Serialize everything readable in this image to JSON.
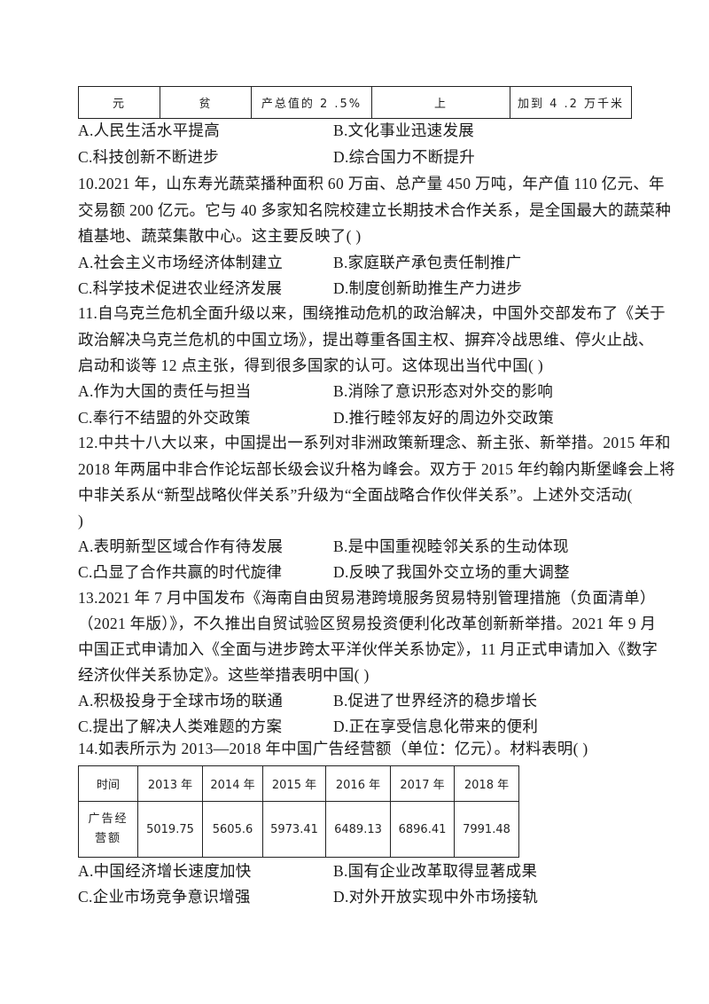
{
  "top_table": {
    "cells": [
      "元",
      "贫",
      "产总值的 2 .5%",
      "上",
      "加到 4 .2 万千米"
    ]
  },
  "q9_options": {
    "A": "A.人民生活水平提高",
    "B": "B.文化事业迅速发展",
    "C": "C.科技创新不断进步",
    "D": "D.综合国力不断提升"
  },
  "q10": {
    "lines": [
      "10.2021 年，山东寿光蔬菜播种面积 60 万亩、总产量 450 万吨，年产值 110 亿元、年",
      "交易额 200 亿元。它与 40 多家知名院校建立长期技术合作关系，是全国最大的蔬菜种",
      "植基地、蔬菜集散中心。这主要反映了(   )"
    ],
    "options": {
      "A": "A.社会主义市场经济体制建立",
      "B": "B.家庭联产承包责任制推广",
      "C": "C.科学技术促进农业经济发展",
      "D": "D.制度创新助推生产力进步"
    }
  },
  "q11": {
    "lines": [
      "11.自乌克兰危机全面升级以来，围绕推动危机的政治解决，中国外交部发布了《关于",
      "政治解决乌克兰危机的中国立场》，提出尊重各国主权、摒弃冷战思维、停火止战、",
      "启动和谈等 12 点主张，得到很多国家的认可。这体现出当代中国(   )"
    ],
    "options": {
      "A": "A.作为大国的责任与担当",
      "B": "B.消除了意识形态对外交的影响",
      "C": "C.奉行不结盟的外交政策",
      "D": "D.推行睦邻友好的周边外交政策"
    }
  },
  "q12": {
    "lines": [
      "12.中共十八大以来，中国提出一系列对非洲政策新理念、新主张、新举措。2015 年和",
      "2018 年两届中非合作论坛部长级会议升格为峰会。双方于 2015 年约翰内斯堡峰会上将",
      "中非关系从“新型战略伙伴关系”升级为“全面战略合作伙伴关系”。上述外交活动(",
      ")"
    ],
    "options": {
      "A": "A.表明新型区域合作有待发展",
      "B": "B.是中国重视睦邻关系的生动体现",
      "C": "C.凸显了合作共赢的时代旋律",
      "D": "D.反映了我国外交立场的重大调整"
    }
  },
  "q13": {
    "lines": [
      "13.2021 年 7 月中国发布《海南自由贸易港跨境服务贸易特别管理措施（负面清单）",
      "（2021 年版）》，不久推出自贸试验区贸易投资便利化改革创新新举措。2021 年 9 月",
      "中国正式申请加入《全面与进步跨太平洋伙伴关系协定》，11 月正式申请加入《数字",
      "经济伙伴关系协定》。这些举措表明中国(   )"
    ],
    "options": {
      "A": "A.积极投身于全球市场的联通",
      "B": "B.促进了世界经济的稳步增长",
      "C": "C.提出了解决人类难题的方案",
      "D": "D.正在享受信息化带来的便利"
    }
  },
  "q14": {
    "stem": "14.如表所示为 2013—2018 年中国广告经营额（单位：亿元）。材料表明(   )",
    "table": {
      "header_label": "时间",
      "years": [
        "2013 年",
        "2014 年",
        "2015 年",
        "2016 年",
        "2017 年",
        "2018 年"
      ],
      "row_label_line1": "广告经",
      "row_label_line2": "营额",
      "values": [
        "5019.75",
        "5605.6",
        "5973.41",
        "6489.13",
        "6896.41",
        "7991.48"
      ]
    },
    "options": {
      "A": "A.中国经济增长速度加快",
      "B": "B.国有企业改革取得显著成果",
      "C": "C.企业市场竞争意识增强",
      "D": "D.对外开放实现中外市场接轨"
    }
  }
}
